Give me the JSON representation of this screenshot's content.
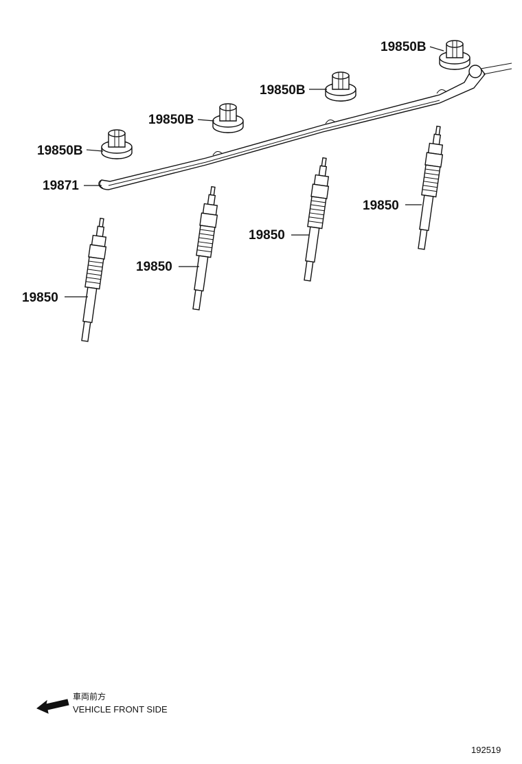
{
  "labels": {
    "nut_1": "19850B",
    "nut_2": "19850B",
    "nut_3": "19850B",
    "nut_4": "19850B",
    "connector": "19871",
    "plug_1": "19850",
    "plug_2": "19850",
    "plug_3": "19850",
    "plug_4": "19850"
  },
  "legend": {
    "japanese": "車両前方",
    "english": "VEHICLE FRONT SIDE",
    "arrow_icon": "arrow-left-icon"
  },
  "figure_id": "192519"
}
